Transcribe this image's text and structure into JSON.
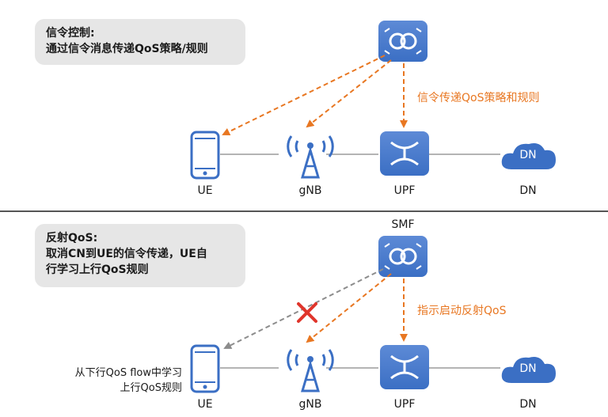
{
  "top": {
    "title": "信令控制:",
    "desc": "通过信令消息传递QoS策略/规则",
    "arrow_label": "信令传递QoS策略和规则",
    "labels": {
      "ue": "UE",
      "gnb": "gNB",
      "upf": "UPF",
      "dn": "DN",
      "dn_cloud": "DN"
    }
  },
  "bottom": {
    "title": "反射QoS:",
    "desc_line1": "取消CN到UE的信令传递，UE自",
    "desc_line2": "行学习上行QoS规则",
    "smf": "SMF",
    "arrow_label": "指示启动反射QoS",
    "ue_note_line1": "从下行QoS flow中学习",
    "ue_note_line2": "上行QoS规则",
    "labels": {
      "ue": "UE",
      "gnb": "gNB",
      "upf": "UPF",
      "dn": "DN",
      "dn_cloud": "DN"
    }
  },
  "colors": {
    "node_blue": "#3b6fc4",
    "node_blue_light": "#5d8ad6",
    "arrow_orange": "#e87722",
    "arrow_gray": "#8c8c8c",
    "cross_red": "#e0352b",
    "box_gray": "#e6e6e6"
  }
}
